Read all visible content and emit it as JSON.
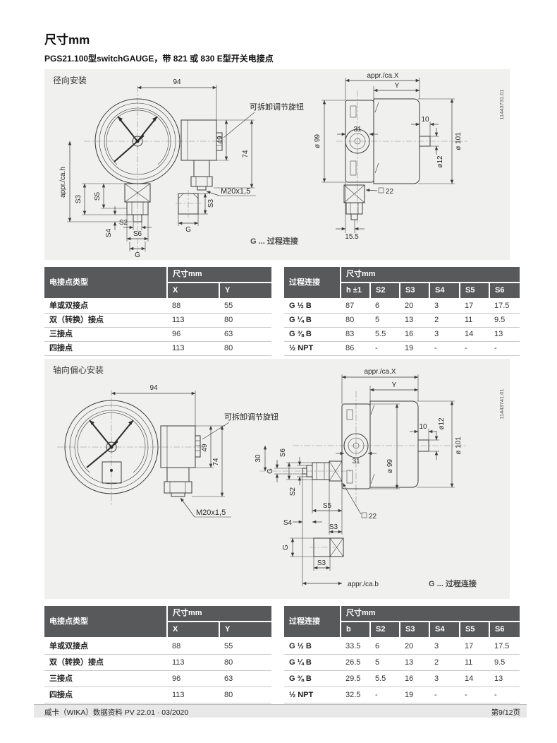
{
  "page": {
    "title": "尺寸mm",
    "subtitle": "PGS21.100型switchGAUGE，带 821 或 830 E型开关电接点",
    "footer": {
      "left": "威卡（WIKA）数据资料 PV 22.01 · 03/2020",
      "right": "第9/12页"
    }
  },
  "radial": {
    "label": "径向安装",
    "drawing_number": "11443731.01",
    "front": {
      "dim_width": "94",
      "dim_height": "appr./ca.h",
      "s2": "S2",
      "s3": "S3",
      "s4": "S4",
      "s5": "S5",
      "s6": "S6",
      "g": "G",
      "dim_knob_section": "49",
      "dim_overall": "74",
      "knob_callout": "可拆卸调节旋钮",
      "gland_thread": "M20x1,5",
      "plug_s3": "S3",
      "plug_g": "G",
      "note": "G ... 过程连接"
    },
    "side": {
      "dim_depth": "appr./ca.X",
      "dim_y": "Y",
      "dim_knob": "31",
      "dia_case_back": "ø 99",
      "dim_stub_len": "10",
      "dia_case": "ø 101",
      "dia_stub": "ø12",
      "square": "22",
      "dim_offset": "15.5"
    }
  },
  "axial": {
    "label": "轴向偏心安装",
    "drawing_number": "11443741.01",
    "front": {
      "dim_width": "94",
      "dim_knob_section": "49",
      "dim_overall": "74",
      "knob_callout": "可拆卸调节旋钮",
      "gland_thread": "M20x1,5"
    },
    "side": {
      "dim_depth": "appr./ca.X",
      "dim_y": "Y",
      "dim_knob": "31",
      "dia_case_back": "ø 99",
      "dim_stub_len": "10",
      "dia_case": "ø 101",
      "dia_stub": "ø12",
      "dim_offset": "30",
      "s2": "S2",
      "s3": "S3",
      "s4": "S4",
      "s5": "S5",
      "s6": "S6",
      "g": "G",
      "plug_g": "G",
      "plug_s3": "S3",
      "square": "22",
      "dim_b": "appr./ca.b",
      "note": "G ... 过程连接"
    }
  },
  "tables": {
    "dim_header": "尺寸mm",
    "contact_top": {
      "col1": "电接点类型",
      "cols": [
        "X",
        "Y"
      ],
      "rows": [
        {
          "label": "单或双接点",
          "x": "88",
          "y": "55"
        },
        {
          "label": "双（转换）接点",
          "x": "113",
          "y": "80"
        },
        {
          "label": "三接点",
          "x": "96",
          "y": "63"
        },
        {
          "label": "四接点",
          "x": "113",
          "y": "80"
        }
      ]
    },
    "process_top": {
      "col1": "过程连接",
      "cols": [
        "h ±1",
        "S2",
        "S3",
        "S4",
        "S5",
        "S6"
      ],
      "rows": [
        {
          "label": "G ½ B",
          "v": [
            "87",
            "6",
            "20",
            "3",
            "17",
            "17.5"
          ]
        },
        {
          "label": "G ¼ B",
          "v": [
            "80",
            "5",
            "13",
            "2",
            "11",
            "9.5"
          ]
        },
        {
          "label": "G ⅜ B",
          "v": [
            "83",
            "5.5",
            "16",
            "3",
            "14",
            "13"
          ]
        },
        {
          "label": "½ NPT",
          "v": [
            "86",
            "-",
            "19",
            "-",
            "-",
            "-"
          ]
        }
      ]
    },
    "contact_bottom": {
      "col1": "电接点类型",
      "cols": [
        "X",
        "Y"
      ],
      "rows": [
        {
          "label": "单或双接点",
          "x": "88",
          "y": "55"
        },
        {
          "label": "双（转换）接点",
          "x": "113",
          "y": "80"
        },
        {
          "label": "三接点",
          "x": "96",
          "y": "63"
        },
        {
          "label": "四接点",
          "x": "113",
          "y": "80"
        }
      ]
    },
    "process_bottom": {
      "col1": "过程连接",
      "cols": [
        "b",
        "S2",
        "S3",
        "S4",
        "S5",
        "S6"
      ],
      "rows": [
        {
          "label": "G ½ B",
          "v": [
            "33.5",
            "6",
            "20",
            "3",
            "17",
            "17.5"
          ]
        },
        {
          "label": "G ¼ B",
          "v": [
            "26.5",
            "5",
            "13",
            "2",
            "11",
            "9.5"
          ]
        },
        {
          "label": "G ⅜ B",
          "v": [
            "29.5",
            "5.5",
            "16",
            "3",
            "14",
            "13"
          ]
        },
        {
          "label": "½ NPT",
          "v": [
            "32.5",
            "-",
            "19",
            "-",
            "-",
            "-"
          ]
        }
      ]
    }
  },
  "colors": {
    "table_header_bg": "#58595b",
    "panel_bg": "#f0f0ee",
    "footer_bg": "#e8e8e8"
  }
}
